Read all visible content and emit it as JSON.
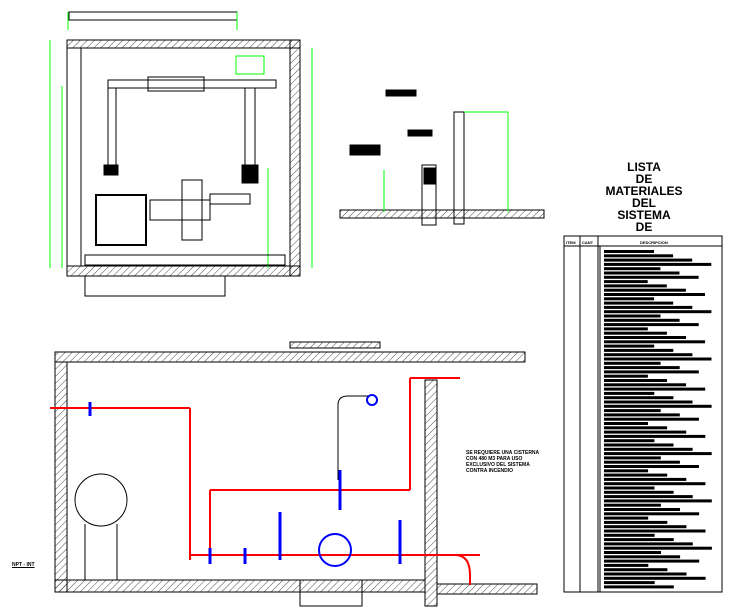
{
  "materials_list": {
    "title_lines": [
      "LISTA",
      "DE",
      "MATERIALES",
      "DEL",
      "SISTEMA",
      "DE"
    ],
    "headers": [
      "ITEM",
      "CANT",
      "DESCRIPCION"
    ]
  },
  "note": "SE REQUIERE UNA CISTERNA CON 480 M3 PARA USO EXCLUSIVO DEL SISTEMA CONTRA INCENDIO",
  "level_label": "NPT - INT",
  "colors": {
    "pipe_red": "#ff0000",
    "pipe_blue": "#0000ff",
    "dimension_green": "#00ff00",
    "line": "#000000"
  }
}
